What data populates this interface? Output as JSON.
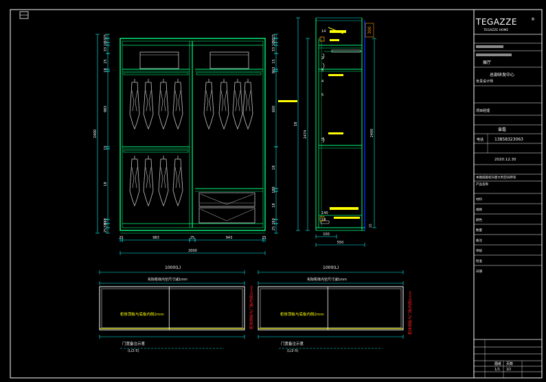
{
  "title_block": {
    "logo": "TEGAZZE",
    "logo_reg": "®",
    "logo_sub": "TEGAZZE HOME",
    "row_project": "展厅",
    "row_center": "总部研发中心",
    "row_label_a": "负责设计师",
    "row_label_b": "项目经理",
    "row_phone_label": "电话",
    "row_phone": "13858323063",
    "row_person": "曾磊",
    "row_date": "2020.12.30",
    "row_note": "本图纸版权归意大利空间所有",
    "row_item": "产品名称",
    "rows_blank": [
      "材料",
      "规格",
      "颜色",
      "数量",
      "备注",
      "审核",
      "批准",
      "日期"
    ],
    "footer_label": "图纸",
    "footer_label2": "页数",
    "footer_page": "1/1",
    "footer_sheet": "1D"
  },
  "front_elevation": {
    "height_total": "2400",
    "left_dims": [
      "25",
      "33",
      "10",
      "33",
      "25",
      "18",
      "983",
      "15",
      "18",
      "888",
      "33",
      "25"
    ],
    "right_dims": [
      "25",
      "88",
      "10",
      "33",
      "15",
      "903",
      "600",
      "18",
      "188",
      "18",
      "260",
      "25"
    ],
    "bottom_dims": [
      "25",
      "983",
      "25",
      "943",
      "25"
    ],
    "width_total": "2000"
  },
  "side_section": {
    "callouts": [
      "14",
      "2",
      "5",
      "4",
      "5",
      "5",
      "140",
      "14"
    ],
    "dims_right": [
      "300",
      "2400",
      "25",
      "25"
    ],
    "height_total": "2474",
    "dims_left": [
      "5",
      "18"
    ],
    "bottom_dims": [
      "100",
      "550"
    ]
  },
  "door_plan_left": {
    "width": "1000(L)",
    "inner": "实际柜体内空尺寸减1mm",
    "note": "柜体顶板与底板内侧2mm",
    "caption": "门宽备注示意",
    "scale": "(L/2-5)"
  },
  "door_plan_right": {
    "width": "1000(L)",
    "inner": "实际柜体内空尺寸减1mm",
    "note": "柜体顶板与底板内侧2mm",
    "caption": "门宽备注示意",
    "scale": "(L/2-5)",
    "red_left": "柜体侧板与门板内侧2mm",
    "red_right": "柜体侧板与门板内侧2mm"
  },
  "colors": {
    "background": "#000000",
    "frame": "#ffffff",
    "cabinet": "#00ff7f",
    "dimension": "#00ffff",
    "highlight": "#ffff00",
    "garment": "#c8c8c8",
    "accent_red": "#ff2020",
    "glass": "#0030ff",
    "orange": "#ff9900"
  }
}
